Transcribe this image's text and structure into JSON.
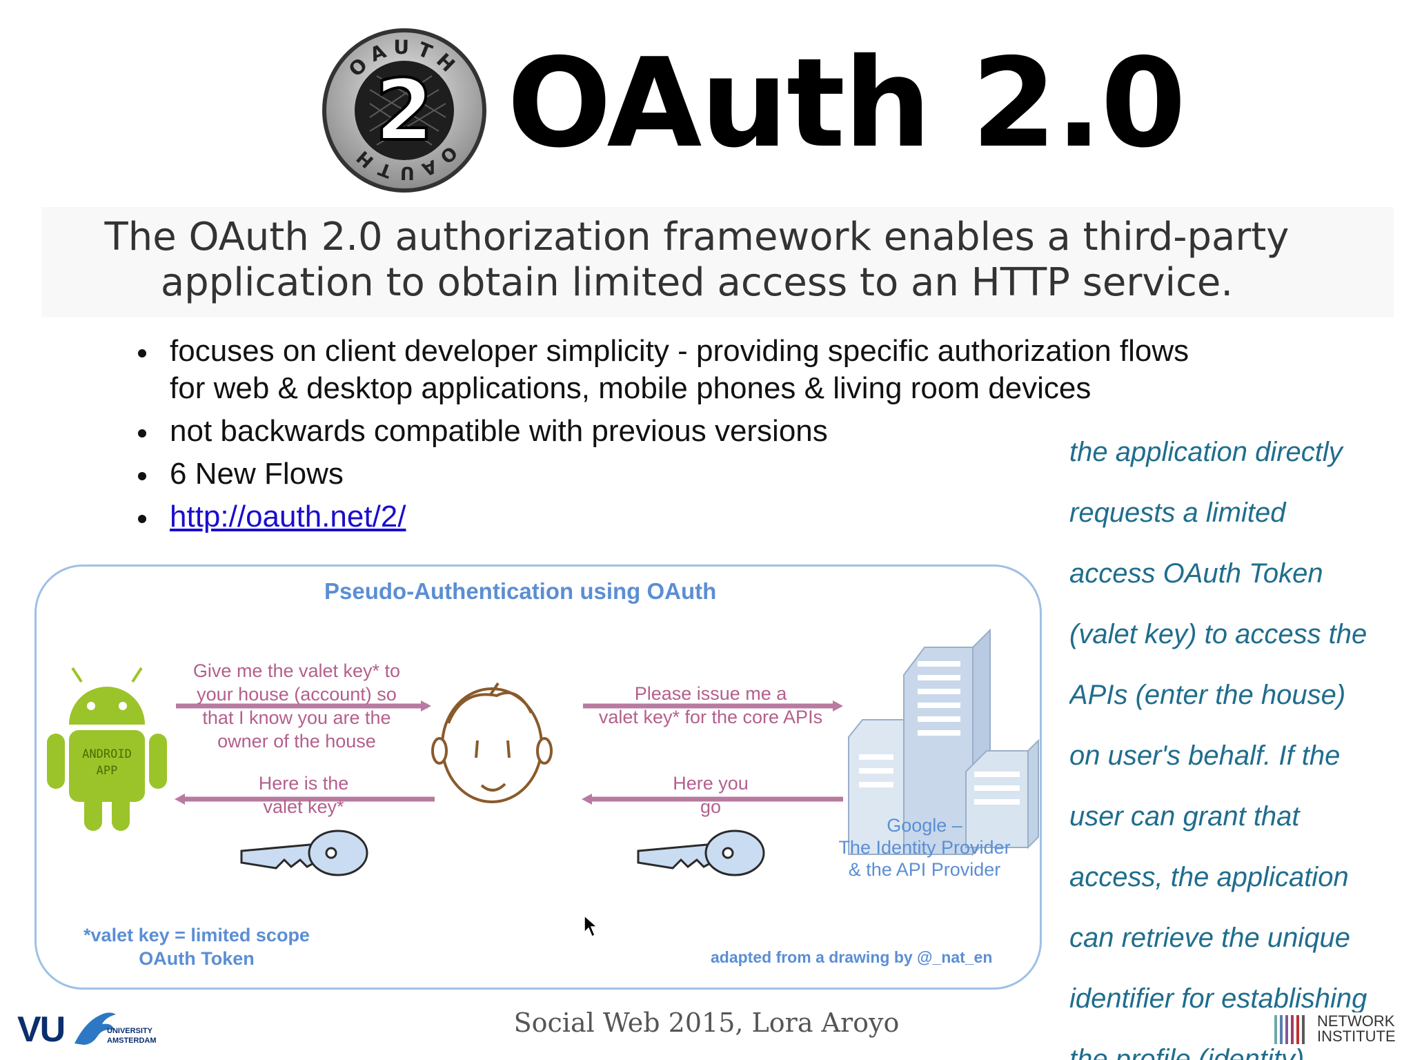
{
  "slide": {
    "title": "OAuth 2.0",
    "logo": {
      "ring_top": "OAUTH",
      "ring_bottom": "OAUTH",
      "number": "2"
    },
    "intro": [
      "The OAuth 2.0 authorization framework enables a third-party",
      "application to obtain limited access to an HTTP service."
    ],
    "bullets": [
      {
        "lines": [
          "focuses on client developer simplicity - providing specific authorization flows",
          "for web & desktop applications, mobile phones & living room devices"
        ]
      },
      {
        "lines": [
          "not backwards compatible with previous versions"
        ]
      },
      {
        "lines": [
          "6 New Flows"
        ]
      }
    ],
    "link": {
      "text": "http://oauth.net/2/"
    },
    "side_note": [
      "the application directly",
      "requests a limited",
      "access OAuth Token",
      "(valet key) to access the",
      "APIs (enter the house)",
      "on user's behalf. If the",
      "user can grant that",
      "access, the application",
      "can retrieve the unique",
      "identifier for establishing",
      "the profile (identity)"
    ],
    "footer": "Social Web 2015, Lora Aroyo"
  },
  "diagram": {
    "title": "Pseudo-Authentication using OAuth",
    "android": {
      "line1": "ANDROID",
      "line2": "APP"
    },
    "msg_left_top": [
      "Give me the valet key* to",
      "your house (account) so",
      "that I know you are the",
      "owner of the house"
    ],
    "msg_left_bottom": [
      "Here is the",
      "valet key*"
    ],
    "msg_right_top": [
      "Please issue me a",
      "valet key* for the core APIs"
    ],
    "msg_right_bottom": [
      "Here you",
      "go"
    ],
    "provider": [
      "Google –",
      "The Identity Provider",
      "& the API Provider"
    ],
    "footnote": [
      "*valet key = limited scope",
      "OAuth Token"
    ],
    "credit": "adapted from a drawing by @_nat_en",
    "colors": {
      "pink": "#b45f8c",
      "blue": "#5b8ed4",
      "android": "#9bc42a"
    }
  },
  "logos": {
    "vu": {
      "mark": "VU",
      "line1": "UNIVERSITY",
      "line2": "AMSTERDAM"
    },
    "network": {
      "line1": "NETWORK",
      "line2": "INSTITUTE"
    }
  },
  "cursor_icon": "arrow-cursor-icon"
}
